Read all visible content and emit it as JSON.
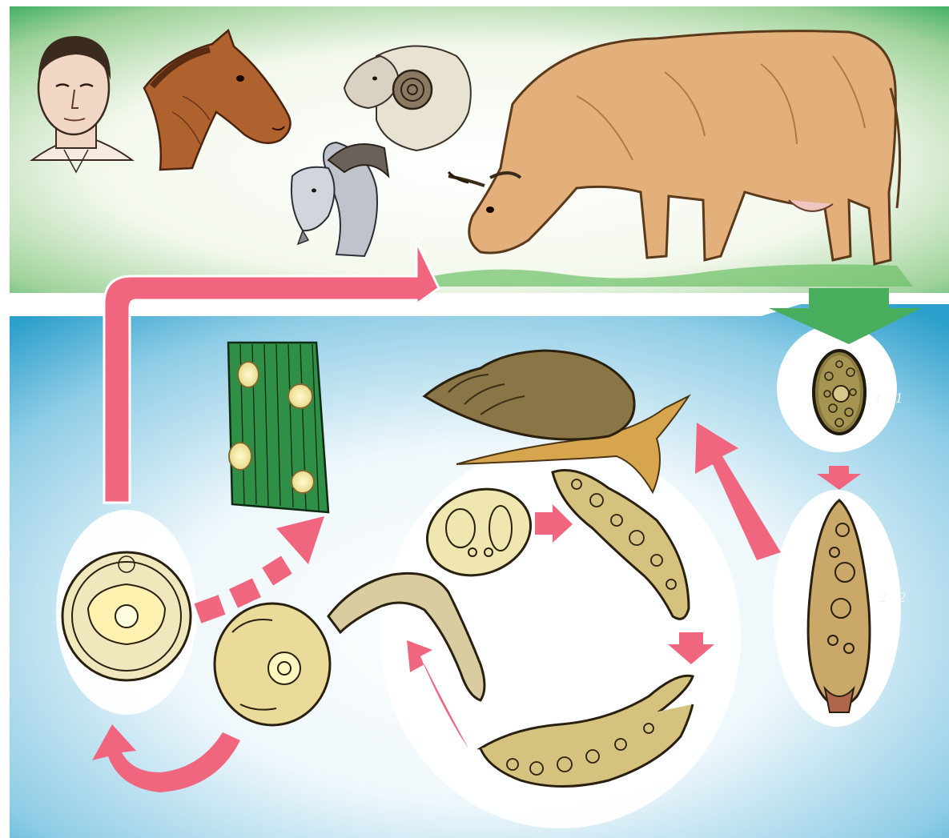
{
  "labels": {
    "egg_stage": "1",
    "miracidium_stage": "2",
    "egg_stage_repeat": "1",
    "miracidium_stage_repeat": "2"
  },
  "hosts": [
    "human",
    "horse",
    "sheep",
    "goat",
    "cow"
  ],
  "intermediate_host": "snail",
  "colors": {
    "upper_panel": "#3fae62",
    "lower_panel": "#37a6cf",
    "arrow": "#f0667f",
    "leaf": "#2f8f46",
    "cow": "#e3b07c",
    "snail_shell": "#8a7546"
  }
}
